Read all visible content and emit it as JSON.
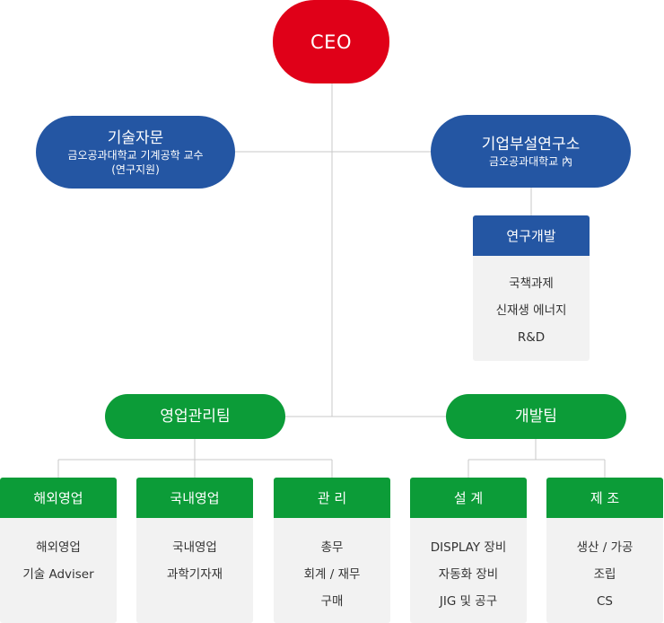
{
  "ceo": {
    "label": "CEO"
  },
  "advisory": {
    "title": "기술자문",
    "sub1": "금오공과대학교 기계공학 교수",
    "sub2": "(연구지원)"
  },
  "lab": {
    "title": "기업부설연구소",
    "sub": "금오공과대학교 內"
  },
  "rnd": {
    "header": "연구개발",
    "items": [
      "국책과제",
      "신재생 에너지",
      "R&D"
    ]
  },
  "teams": {
    "sales": "영업관리팀",
    "dev": "개발팀"
  },
  "departments": [
    {
      "header": "해외영업",
      "items": [
        "해외영업",
        "기술 Adviser"
      ]
    },
    {
      "header": "국내영업",
      "items": [
        "국내영업",
        "과학기자재"
      ]
    },
    {
      "header": "관 리",
      "items": [
        "총무",
        "회계 / 재무",
        "구매"
      ]
    },
    {
      "header": "설 계",
      "items": [
        "DISPLAY 장비",
        "자동화 장비",
        "JIG 및 공구"
      ]
    },
    {
      "header": "제 조",
      "items": [
        "생산 / 가공",
        "조립",
        "CS"
      ]
    }
  ],
  "colors": {
    "ceo": "#e00018",
    "blue": "#2456a3",
    "green": "#0c9c38",
    "box_body": "#f2f2f2",
    "connector": "#c8c8c8"
  }
}
